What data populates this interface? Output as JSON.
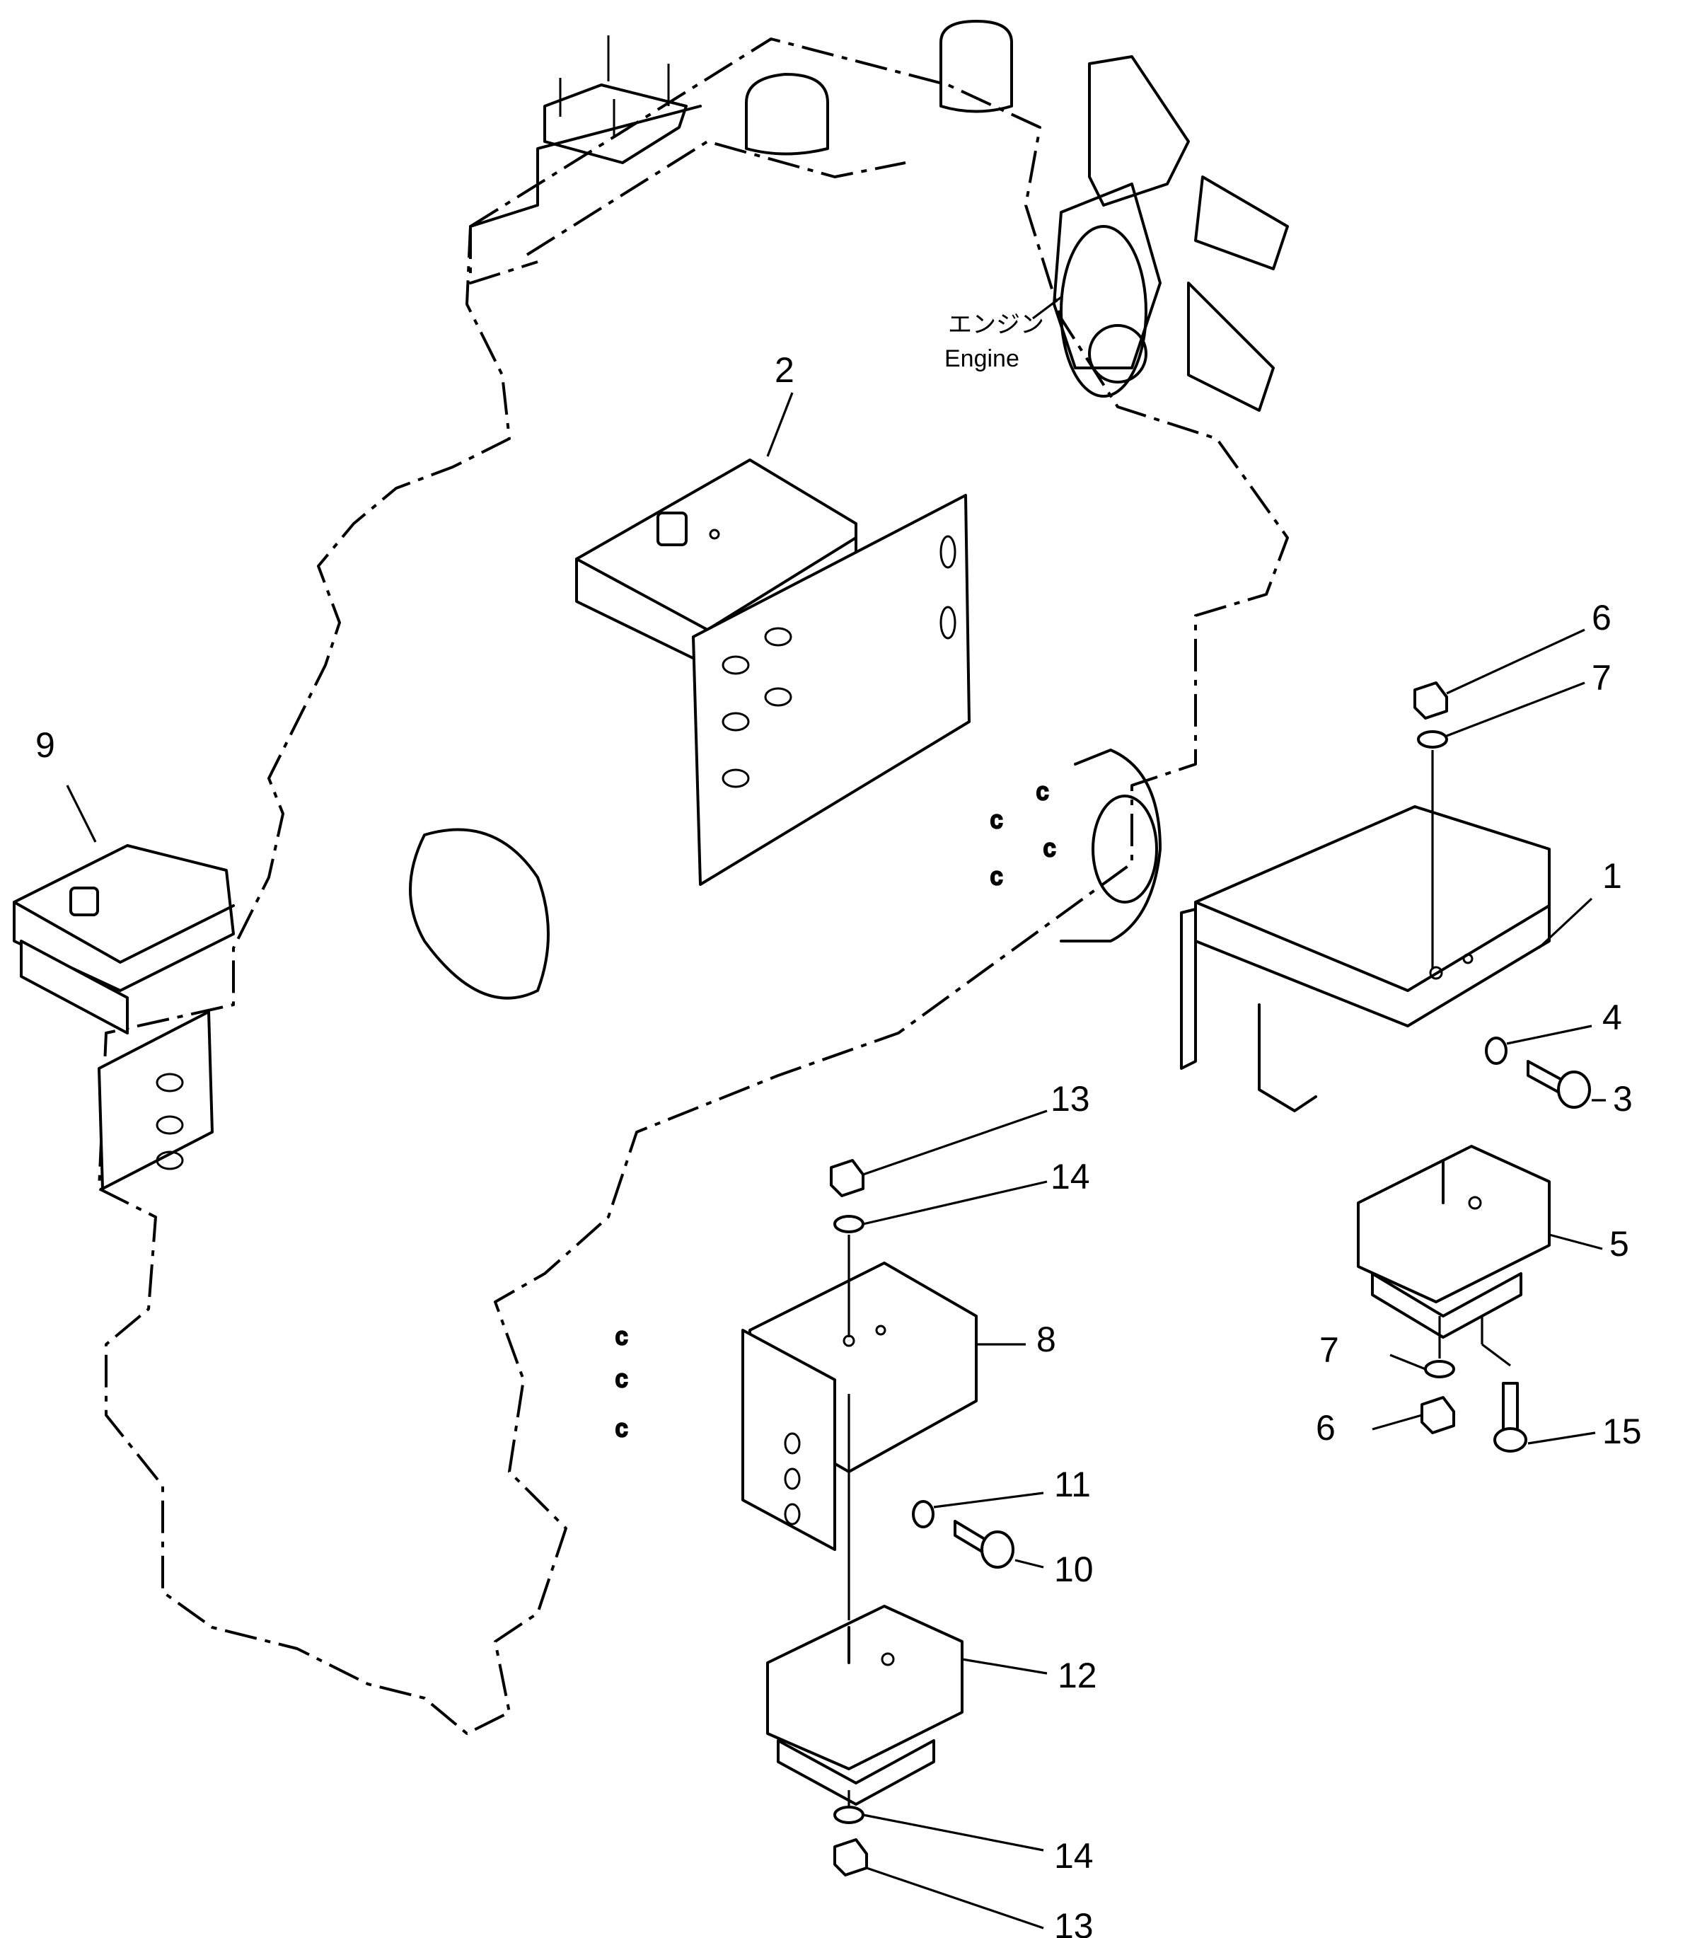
{
  "engine_label": {
    "japanese": "エンジン",
    "english": "Engine"
  },
  "callouts": {
    "c1": "1",
    "c2": "2",
    "c3": "3",
    "c4": "4",
    "c5": "5",
    "c6a": "6",
    "c6b": "6",
    "c7a": "7",
    "c7b": "7",
    "c8": "8",
    "c9": "9",
    "c10": "10",
    "c11": "11",
    "c12": "12",
    "c13a": "13",
    "c13b": "13",
    "c14a": "14",
    "c14b": "14",
    "c15": "15"
  }
}
